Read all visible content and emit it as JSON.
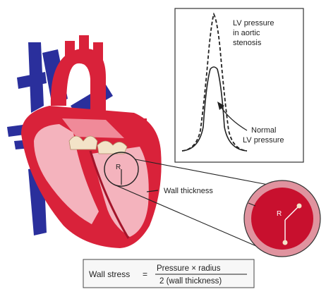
{
  "graph": {
    "aortic_label_line1": "LV pressure",
    "aortic_label_line2": "in aortic",
    "aortic_label_line3": "stenosis",
    "normal_label_line1": "Normal",
    "normal_label_line2": "LV pressure"
  },
  "heart": {
    "wall_thickness_label": "Wall thickness",
    "radius_symbol": "R",
    "inset_radius_symbol": "R"
  },
  "formula": {
    "left": "Wall stress",
    "equals": "=",
    "numerator": "Pressure × radius",
    "denominator": "2 (wall thickness)"
  },
  "colors": {
    "myocardium": "#d9223a",
    "muscle_light": "#f4b3bd",
    "vein_blue": "#2a2f9c",
    "valve_cream": "#f3e3c8"
  }
}
